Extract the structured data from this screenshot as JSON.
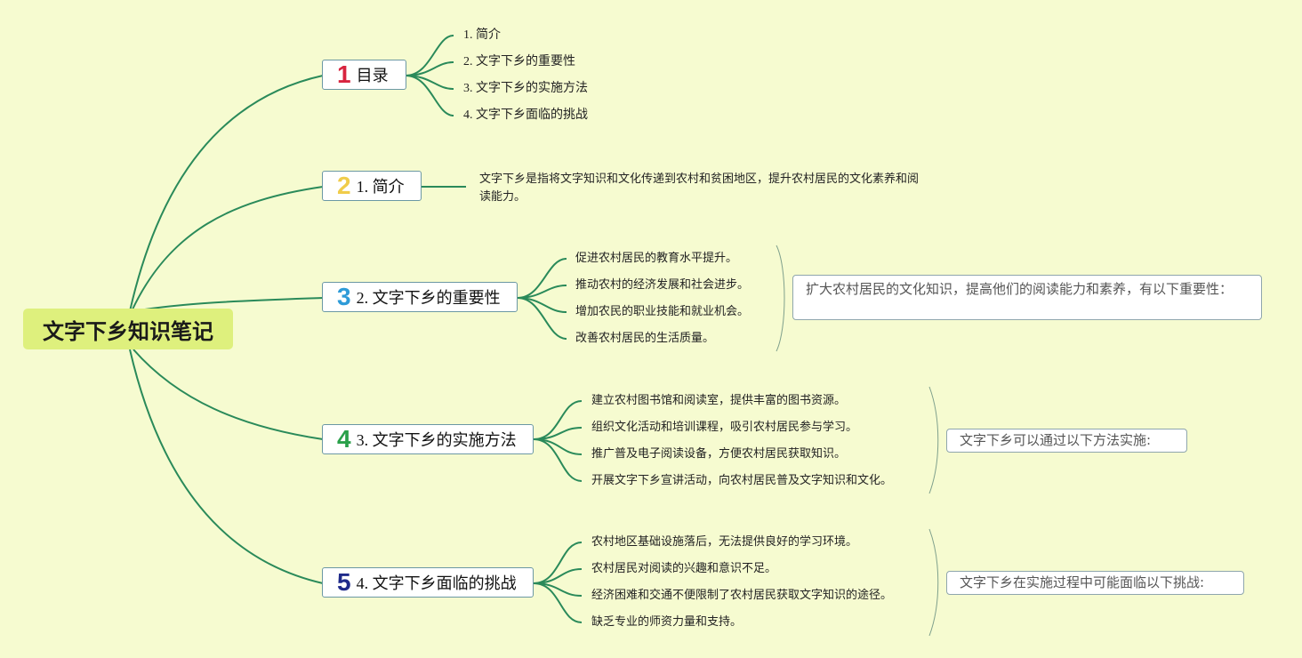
{
  "root": {
    "label": "文字下乡知识笔记"
  },
  "colors": {
    "background": "#f6fbd0",
    "root_fill": "#def07d",
    "connector": "#2a8a5a",
    "num1": "#d8243f",
    "num2": "#f0cc4a",
    "num3": "#2e9bd8",
    "num4": "#2aa04a",
    "num5": "#1f2a8a"
  },
  "topics": [
    {
      "num": "1",
      "label": "目录",
      "children": [
        "1. 简介",
        "2. 文字下乡的重要性",
        "3. 文字下乡的实施方法",
        "4. 文字下乡面临的挑战"
      ]
    },
    {
      "num": "2",
      "label": "1. 简介",
      "text": "文字下乡是指将文字知识和文化传递到农村和贫困地区，提升农村居民的文化素养和阅读能力。"
    },
    {
      "num": "3",
      "label": "2. 文字下乡的重要性",
      "children": [
        "促进农村居民的教育水平提升。",
        "推动农村的经济发展和社会进步。",
        "增加农民的职业技能和就业机会。",
        "改善农村居民的生活质量。"
      ],
      "summary": "扩大农村居民的文化知识，提高他们的阅读能力和素养，有以下重要性："
    },
    {
      "num": "4",
      "label": "3. 文字下乡的实施方法",
      "children": [
        "建立农村图书馆和阅读室，提供丰富的图书资源。",
        "组织文化活动和培训课程，吸引农村居民参与学习。",
        "推广普及电子阅读设备，方便农村居民获取知识。",
        "开展文字下乡宣讲活动，向农村居民普及文字知识和文化。"
      ],
      "summary": "文字下乡可以通过以下方法实施:"
    },
    {
      "num": "5",
      "label": "4. 文字下乡面临的挑战",
      "children": [
        "农村地区基础设施落后，无法提供良好的学习环境。",
        "农村居民对阅读的兴趣和意识不足。",
        "经济困难和交通不便限制了农村居民获取文字知识的途径。",
        "缺乏专业的师资力量和支持。"
      ],
      "summary": "文字下乡在实施过程中可能面临以下挑战:"
    }
  ]
}
